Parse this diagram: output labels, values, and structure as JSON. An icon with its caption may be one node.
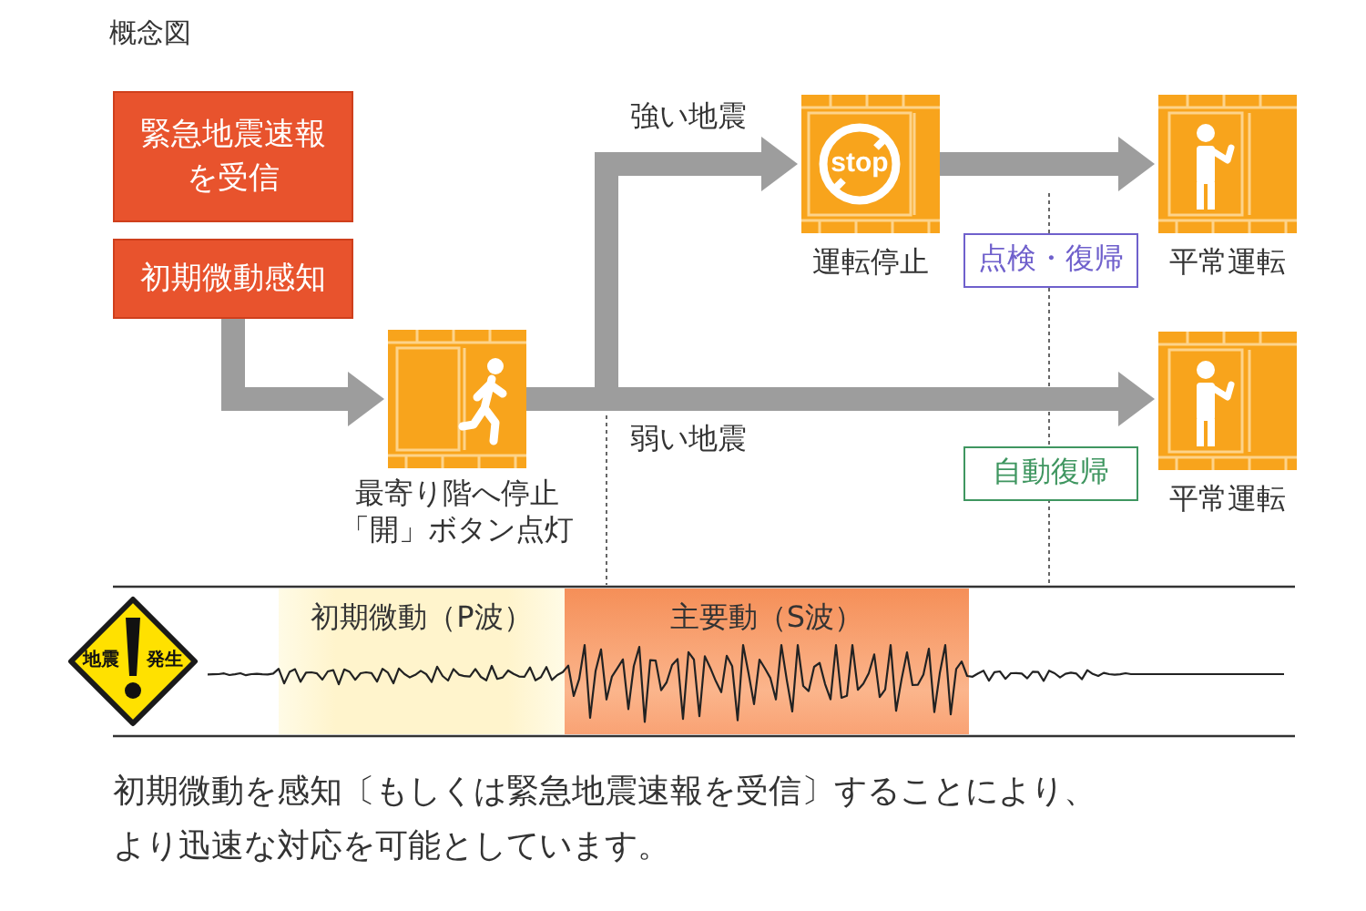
{
  "diagram": {
    "title": "概念図",
    "caption": "初期微動を感知〔もしくは緊急地震速報を受信〕することにより、より迅速な対応を可能としています。",
    "nodes": [
      {
        "text": [
          "緊急地震速報を受信"
        ]
      },
      {
        "text": [
          "初期微動感知"
        ]
      },
      {
        "text": [],
        "shape": "picture",
        "beside": [
          "最寄り階へ停止",
          "「開」ボタン点灯"
        ]
      },
      {
        "text": [
          "stop"
        ],
        "beside": [
          "運転停止"
        ]
      },
      {
        "text": [
          "点検・復帰"
        ]
      },
      {
        "text": [],
        "shape": "picture",
        "beside": [
          "平常運転"
        ]
      },
      {
        "text": [
          "自動復帰"
        ]
      },
      {
        "text": [],
        "shape": "picture",
        "beside": [
          "平常運転"
        ]
      },
      {
        "text": [
          "地震",
          "発生"
        ]
      },
      {
        "text": [
          "初期微動（P波）"
        ]
      },
      {
        "text": [
          "主要動（S波）"
        ]
      }
    ],
    "edges": [
      {
        "from": 1,
        "to": 2,
        "arrow": "to"
      },
      {
        "from": 2,
        "to": 3,
        "arrow": "to",
        "label": "強い地震"
      },
      {
        "from": 2,
        "to": 7,
        "arrow": "to",
        "label": "弱い地震"
      },
      {
        "from": 3,
        "to": 5,
        "arrow": "to"
      }
    ]
  }
}
